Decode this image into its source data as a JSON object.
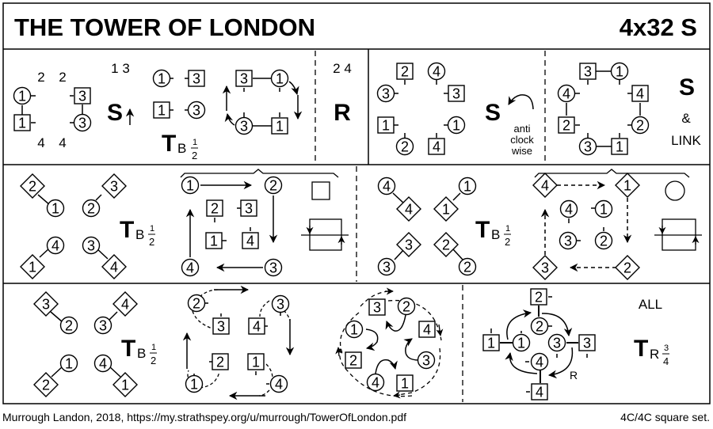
{
  "header": {
    "title": "THE TOWER OF LONDON",
    "form": "4x32 S"
  },
  "footer": {
    "credit": "Murrough Landon, 2018, https://my.strathspey.org/u/murrough/TowerOfLondon.pdf",
    "set": "4C/4C  square set."
  },
  "colors": {
    "ink": "#000000",
    "paper": "#ffffff"
  },
  "row1": {
    "p1": {
      "bars_a": "1 3",
      "corner_labels": [
        "2",
        "2",
        "4",
        "4"
      ],
      "figure": "S",
      "figure_icon": "arrow-up-icon",
      "move": "T",
      "move_sub": "B",
      "frac_num": "1",
      "frac_den": "2",
      "dancers": [
        {
          "shape": "circle",
          "label": "1"
        },
        {
          "shape": "square",
          "label": "1"
        },
        {
          "shape": "square",
          "label": "3"
        },
        {
          "shape": "circle",
          "label": "3"
        },
        {
          "shape": "circle",
          "label": "1"
        },
        {
          "shape": "square",
          "label": "3"
        },
        {
          "shape": "square",
          "label": "1"
        },
        {
          "shape": "circle",
          "label": "3"
        },
        {
          "shape": "square",
          "label": "3"
        },
        {
          "shape": "circle",
          "label": "1"
        },
        {
          "shape": "circle",
          "label": "3"
        },
        {
          "shape": "square",
          "label": "1"
        }
      ]
    },
    "p2": {
      "bars": "2 4",
      "figure": "R"
    },
    "p3": {
      "figure": "S",
      "dir_lines": [
        "anti",
        "clock",
        "wise"
      ],
      "dancers": [
        {
          "shape": "square",
          "label": "2"
        },
        {
          "shape": "circle",
          "label": "4"
        },
        {
          "shape": "circle",
          "label": "3"
        },
        {
          "shape": "square",
          "label": "3"
        },
        {
          "shape": "square",
          "label": "1"
        },
        {
          "shape": "circle",
          "label": "1"
        },
        {
          "shape": "circle",
          "label": "2"
        },
        {
          "shape": "square",
          "label": "4"
        }
      ]
    },
    "p4": {
      "figure": "S",
      "amp": "&",
      "link": "LINK",
      "dancers": [
        {
          "shape": "square",
          "label": "3"
        },
        {
          "shape": "circle",
          "label": "1"
        },
        {
          "shape": "circle",
          "label": "4"
        },
        {
          "shape": "square",
          "label": "4"
        },
        {
          "shape": "square",
          "label": "2"
        },
        {
          "shape": "circle",
          "label": "2"
        },
        {
          "shape": "circle",
          "label": "3"
        },
        {
          "shape": "square",
          "label": "1"
        }
      ]
    }
  },
  "row2": {
    "p1": {
      "move": "T",
      "move_sub": "B",
      "frac_num": "1",
      "frac_den": "2",
      "dancers": [
        {
          "shape": "diamond",
          "label": "2"
        },
        {
          "shape": "circle",
          "label": "1"
        },
        {
          "shape": "circle",
          "label": "2"
        },
        {
          "shape": "diamond",
          "label": "3"
        },
        {
          "shape": "circle",
          "label": "4"
        },
        {
          "shape": "diamond",
          "label": "1"
        },
        {
          "shape": "circle",
          "label": "3"
        },
        {
          "shape": "diamond",
          "label": "4"
        }
      ]
    },
    "p2": {
      "dancers": [
        {
          "shape": "circle",
          "label": "1"
        },
        {
          "shape": "circle",
          "label": "2"
        },
        {
          "shape": "circle",
          "label": "4"
        },
        {
          "shape": "circle",
          "label": "3"
        },
        {
          "shape": "square",
          "label": "2"
        },
        {
          "shape": "square",
          "label": "3"
        },
        {
          "shape": "square",
          "label": "1"
        },
        {
          "shape": "square",
          "label": "4"
        }
      ]
    },
    "p3": {
      "move": "T",
      "move_sub": "B",
      "frac_num": "1",
      "frac_den": "2",
      "dancers": [
        {
          "shape": "circle",
          "label": "4"
        },
        {
          "shape": "diamond",
          "label": "4"
        },
        {
          "shape": "circle",
          "label": "1"
        },
        {
          "shape": "diamond",
          "label": "1"
        },
        {
          "shape": "diamond",
          "label": "3"
        },
        {
          "shape": "circle",
          "label": "3"
        },
        {
          "shape": "diamond",
          "label": "2"
        },
        {
          "shape": "circle",
          "label": "2"
        }
      ]
    },
    "p4": {
      "dancers": [
        {
          "shape": "diamond",
          "label": "4"
        },
        {
          "shape": "diamond",
          "label": "1"
        },
        {
          "shape": "diamond",
          "label": "3"
        },
        {
          "shape": "diamond",
          "label": "2"
        },
        {
          "shape": "circle",
          "label": "4"
        },
        {
          "shape": "circle",
          "label": "1"
        },
        {
          "shape": "circle",
          "label": "3"
        },
        {
          "shape": "circle",
          "label": "2"
        }
      ]
    }
  },
  "row3": {
    "p1": {
      "move": "T",
      "move_sub": "B",
      "frac_num": "1",
      "frac_den": "2",
      "dancers": [
        {
          "shape": "diamond",
          "label": "3"
        },
        {
          "shape": "circle",
          "label": "2"
        },
        {
          "shape": "circle",
          "label": "3"
        },
        {
          "shape": "diamond",
          "label": "4"
        },
        {
          "shape": "circle",
          "label": "1"
        },
        {
          "shape": "diamond",
          "label": "2"
        },
        {
          "shape": "circle",
          "label": "4"
        },
        {
          "shape": "diamond",
          "label": "1"
        }
      ]
    },
    "p2": {
      "dancers": [
        {
          "shape": "circle",
          "label": "2"
        },
        {
          "shape": "square",
          "label": "3"
        },
        {
          "shape": "square",
          "label": "4"
        },
        {
          "shape": "circle",
          "label": "3"
        },
        {
          "shape": "square",
          "label": "2"
        },
        {
          "shape": "square",
          "label": "1"
        },
        {
          "shape": "circle",
          "label": "1"
        },
        {
          "shape": "circle",
          "label": "4"
        }
      ]
    },
    "p3": {
      "dancers": [
        {
          "shape": "square",
          "label": "3"
        },
        {
          "shape": "circle",
          "label": "2"
        },
        {
          "shape": "circle",
          "label": "1"
        },
        {
          "shape": "square",
          "label": "4"
        },
        {
          "shape": "square",
          "label": "2"
        },
        {
          "shape": "circle",
          "label": "3"
        },
        {
          "shape": "circle",
          "label": "4"
        },
        {
          "shape": "square",
          "label": "1"
        }
      ]
    },
    "p4": {
      "all": "ALL",
      "r_label": "R",
      "move": "T",
      "move_sub": "R",
      "frac_num": "3",
      "frac_den": "4",
      "dancers": [
        {
          "shape": "square",
          "label": "2"
        },
        {
          "shape": "circle",
          "label": "2"
        },
        {
          "shape": "square",
          "label": "1"
        },
        {
          "shape": "circle",
          "label": "1"
        },
        {
          "shape": "circle",
          "label": "3"
        },
        {
          "shape": "square",
          "label": "3"
        },
        {
          "shape": "circle",
          "label": "4"
        },
        {
          "shape": "square",
          "label": "4"
        }
      ]
    }
  }
}
